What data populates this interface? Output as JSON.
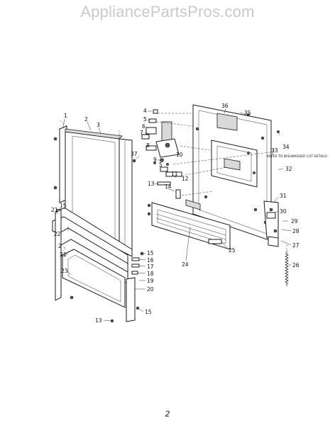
{
  "watermark": "AppliancePartsPros.com",
  "page_number": "2",
  "callouts": [
    "1",
    "2",
    "3",
    "4",
    "5",
    "6",
    "7",
    "8",
    "9",
    "10",
    "11",
    "12",
    "13",
    "14",
    "15",
    "16",
    "17",
    "18",
    "19",
    "20",
    "21",
    "22",
    "23",
    "24",
    "25",
    "26",
    "27",
    "28",
    "29",
    "30",
    "31",
    "32",
    "33",
    "34",
    "35",
    "36",
    "37"
  ],
  "note": "REFER TO DISHWASHER CUT DETAILS",
  "labels": {
    "l1": "1",
    "l2a": "2",
    "l3": "3",
    "l37": "37",
    "l4": "4",
    "l5a": "5",
    "l6": "6",
    "l7": "7",
    "l8": "8",
    "l9": "9",
    "l10": "10",
    "l5b": "5",
    "l11": "11",
    "l12": "12",
    "l13a": "13",
    "l14": "14",
    "l36": "36",
    "l35": "35",
    "l33": "33",
    "l34": "34",
    "l32": "32",
    "l31": "31",
    "l30": "30",
    "l29": "29",
    "l28": "28",
    "l27": "27",
    "l26": "26",
    "l25": "25",
    "l24": "24",
    "l21": "21",
    "l15a": "15",
    "l22": "22",
    "l2b": "2",
    "l23": "23",
    "l15b": "15",
    "l16": "16",
    "l17": "17",
    "l18": "18",
    "l19": "19",
    "l20": "20",
    "l15c": "15",
    "l13b": "13"
  }
}
